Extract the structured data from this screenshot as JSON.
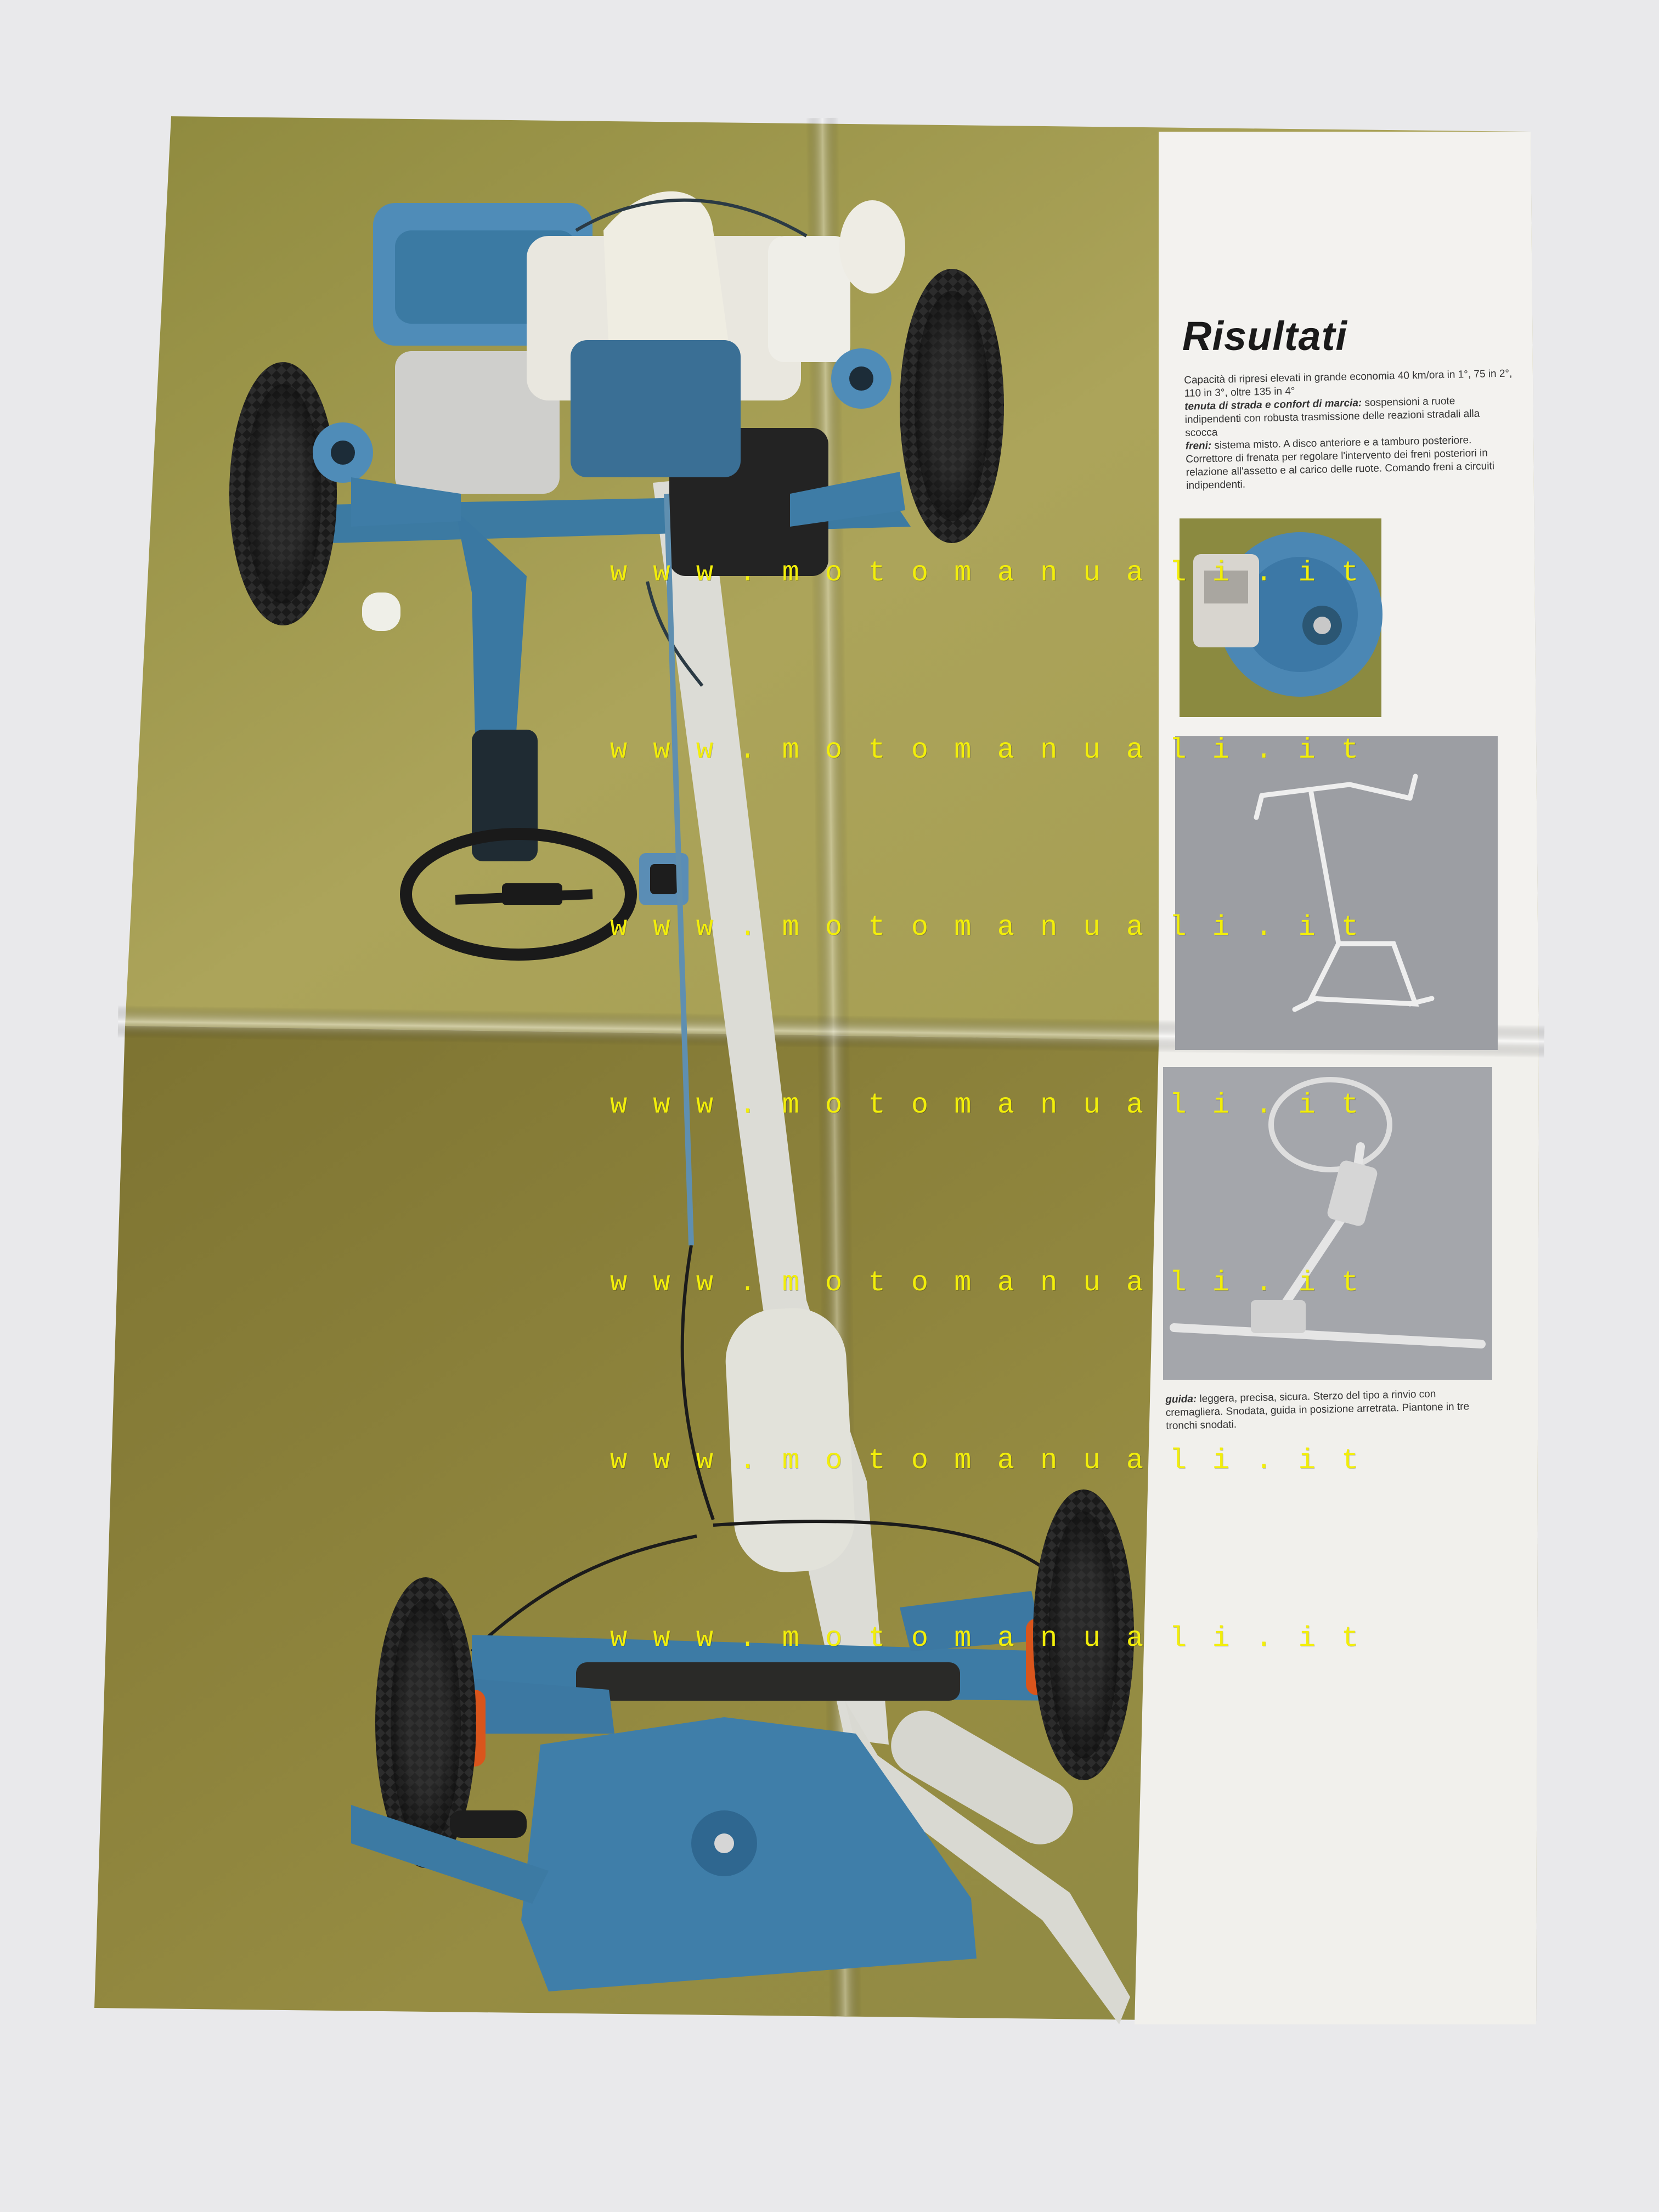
{
  "page": {
    "title": "Risultati",
    "intro": [
      {
        "bold": "",
        "text": "Capacità di ripresi elevati in grande economia 40 km/ora in 1°, 75 in 2°, 110 in 3°, oltre 135 in 4°"
      },
      {
        "bold": "tenuta di strada e confort di marcia:",
        "text": " sospensioni a ruote indipendenti con robusta trasmissione delle reazioni stradali alla scocca"
      },
      {
        "bold": "freni:",
        "text": " sistema misto. A disco anteriore e a tamburo posteriore. Correttore di frenata per regolare l'intervento dei freni posteriori in relazione all'assetto e al carico delle ruote. Comando freni a circuiti indipendenti."
      }
    ],
    "caption": {
      "bold": "guida:",
      "text": " leggera, precisa, sicura. Sterzo del tipo a rinvio con cremagliera. Snodata, guida in posizione arretrata. Piantone in tre tronchi snodati."
    }
  },
  "watermark": {
    "text": "w w w . m o t o m a n u a l i . i t",
    "color": "#f2ee0a",
    "count": 7
  },
  "colors": {
    "background": "#e9e9eb",
    "page_gold": "#a89f52",
    "chassis_blue": "#3d7fa8",
    "text_column": "#f3f2ef"
  },
  "icons": {
    "front_brake_photo": "disc-brake-photo",
    "front_suspension_diagram": "suspension-diagram",
    "steering_diagram": "steering-diagram",
    "chassis_photo": "car-chassis-photo"
  }
}
